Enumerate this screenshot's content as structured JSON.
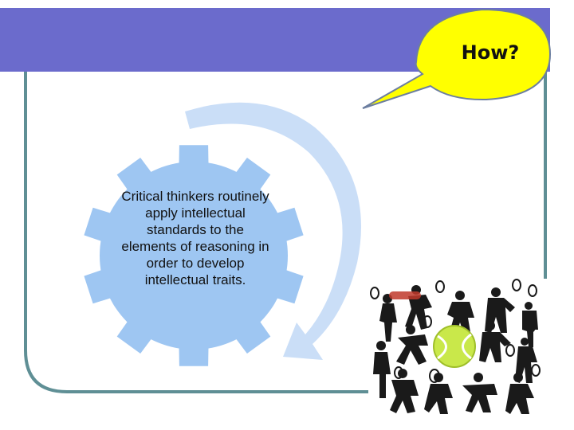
{
  "slide": {
    "bubble_text": "How?",
    "gear_text": "Critical thinkers routinely apply intellectual standards to the elements of reasoning in order to develop intellectual traits."
  },
  "colors": {
    "header_band": "#6b6bcc",
    "frame_border": "#5f8f95",
    "bubble_fill": "#ffff00",
    "bubble_border": "#6c7ea0",
    "gear_fill": "#9ec6f2",
    "arrow_fill": "#c7dcf7",
    "ball": "#c9e84a"
  },
  "icons": {
    "gear": "gear-shape",
    "arrow": "circular-arrow",
    "speech_bubble": "speech-bubble",
    "tennis_collage": "tennis-player-silhouettes"
  }
}
